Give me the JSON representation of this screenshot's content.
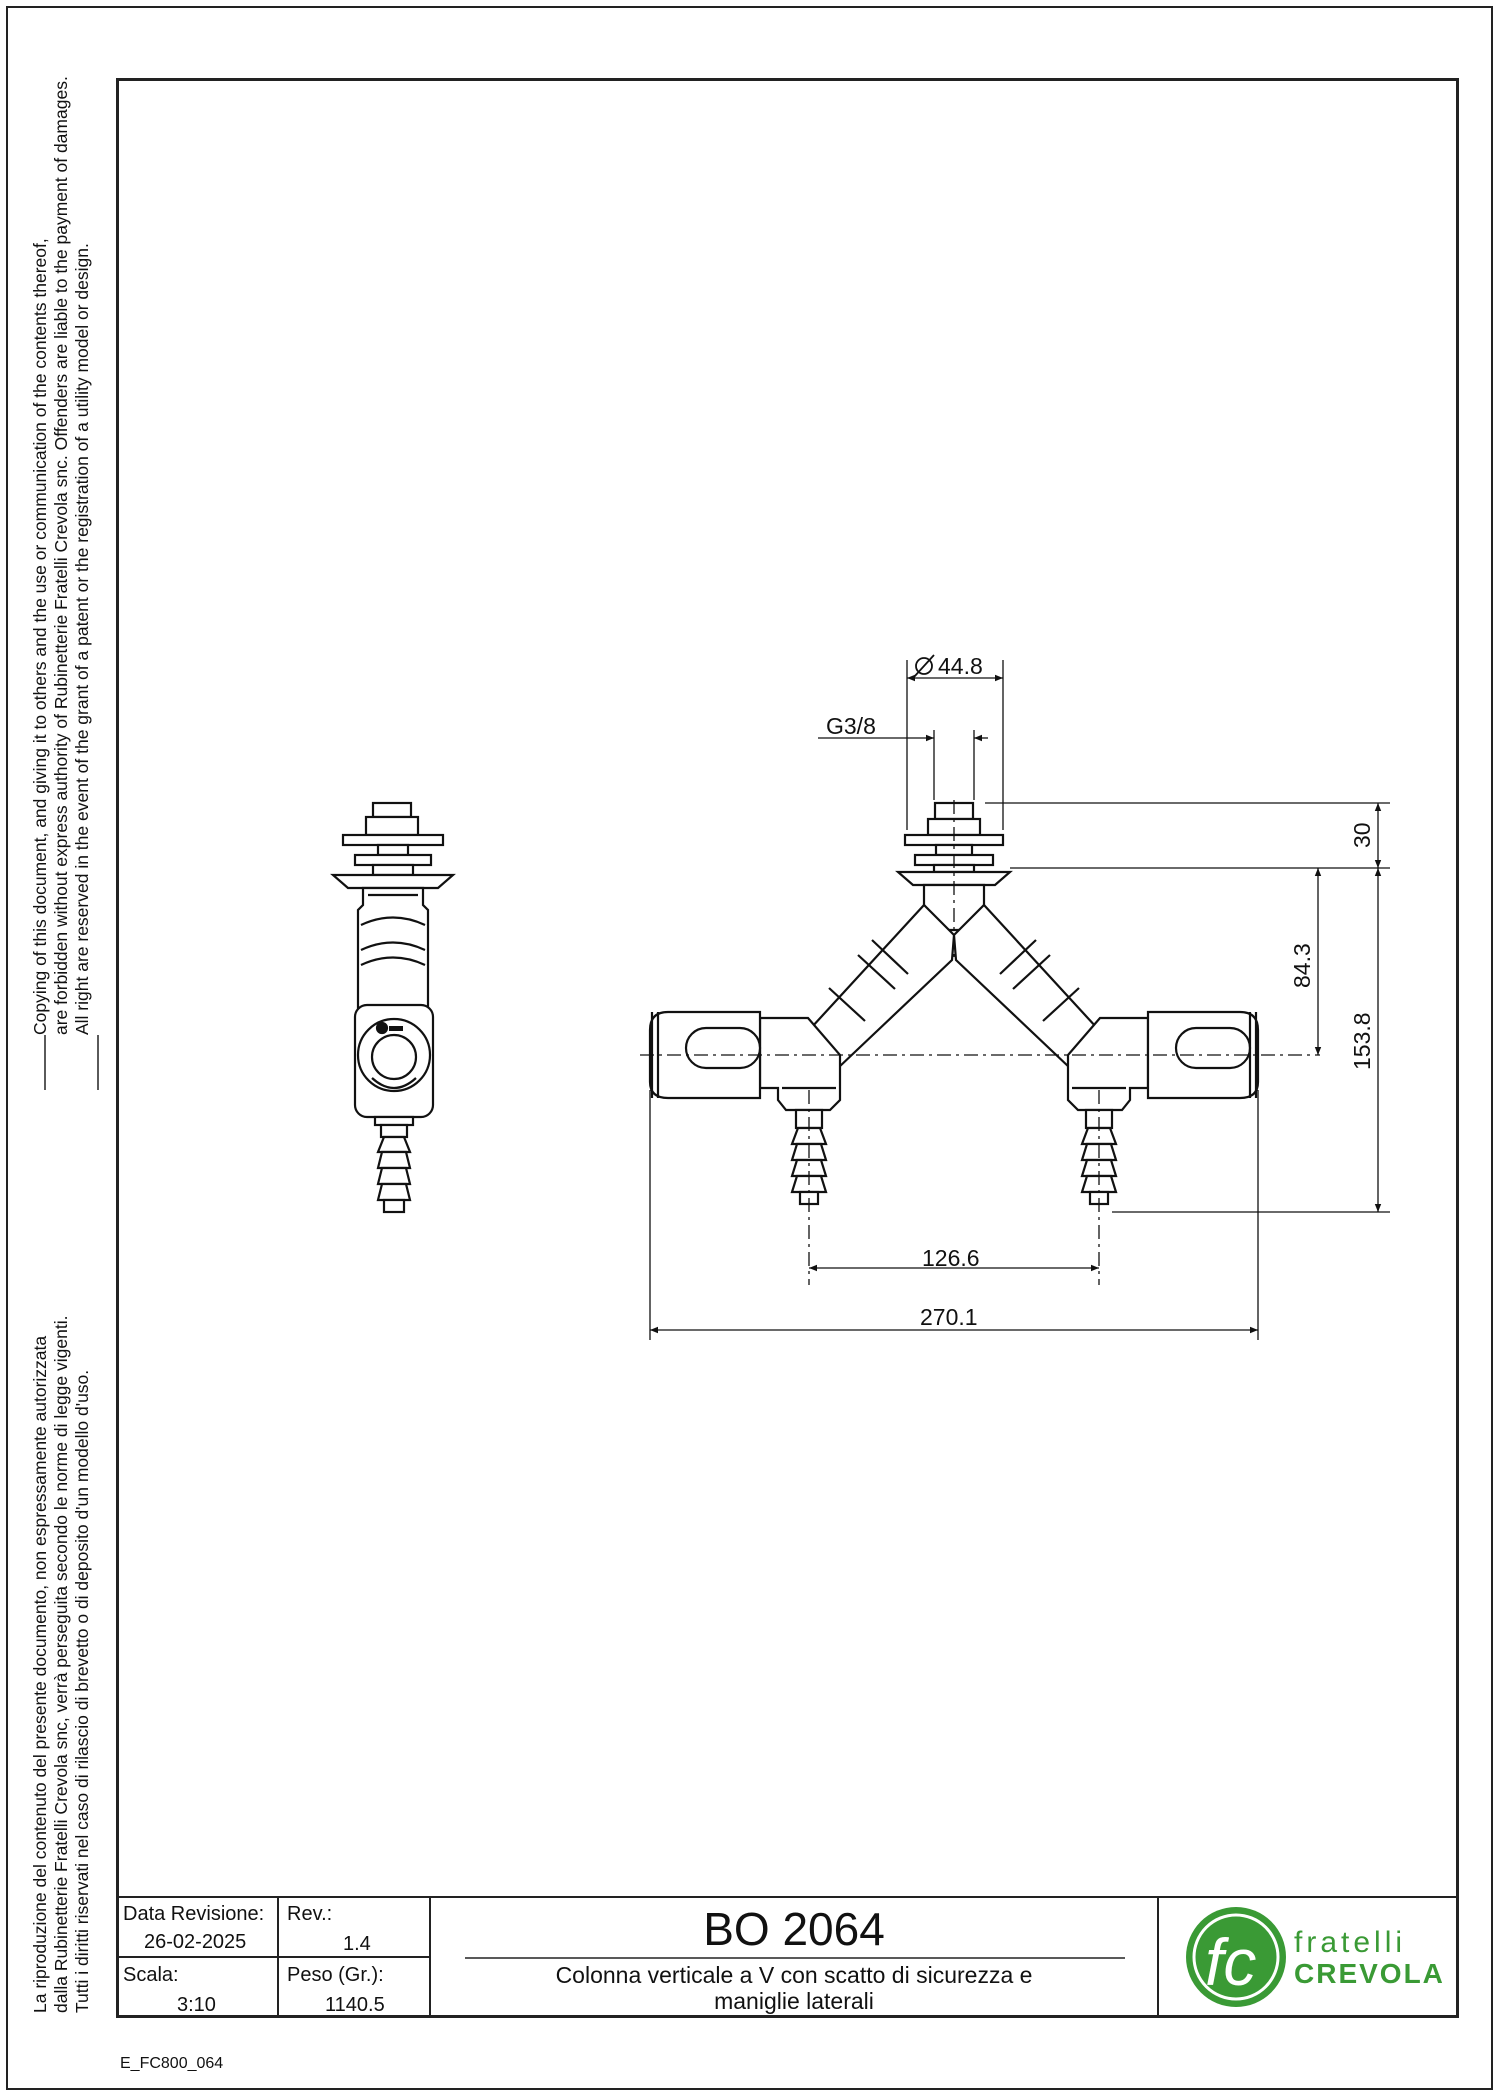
{
  "legal": {
    "en_lines": [
      "Copying of this document, and giving it to others and the use or communication of the contents thereof,",
      "are forbidden without express authority of Rubinetterie Fratelli Crevola snc. Offenders are liable to the payment of damages.",
      "All right are reserved in the event of the grant of a patent or the registration of a utility model or design."
    ],
    "it_lines": [
      "La riproduzione del contenuto del presente documento, non espressamente autorizzata",
      "dalla Rubinetterie Fratelli Crevola snc, verrà perseguita secondo le norme di legge vigenti.",
      "Tutti i diritti riservati nel caso di rilascio di brevetto o di deposito d'un modello d'uso."
    ]
  },
  "dimensions": {
    "diameter": "44.8",
    "thread": "G3/8",
    "height_top": "30",
    "height_mid": "84.3",
    "height_total": "153.8",
    "outlet_spacing": "126.6",
    "overall_width": "270.1"
  },
  "title_block": {
    "date_label": "Data Revisione:",
    "date_value": "26-02-2025",
    "rev_label": "Rev.:",
    "rev_value": "1.4",
    "scale_label": "Scala:",
    "scale_value": "3:10",
    "weight_label": "Peso (Gr.):",
    "weight_value": "1140.5",
    "product_code": "BO 2064",
    "description_line1": "Colonna verticale a V con scatto di sicurezza e",
    "description_line2": "maniglie laterali",
    "logo_line1": "fratelli",
    "logo_line2": "CREVOLA",
    "logo_mark": "fc",
    "logo_color": "#3a9a35"
  },
  "drawing_code": "E_FC800_064"
}
